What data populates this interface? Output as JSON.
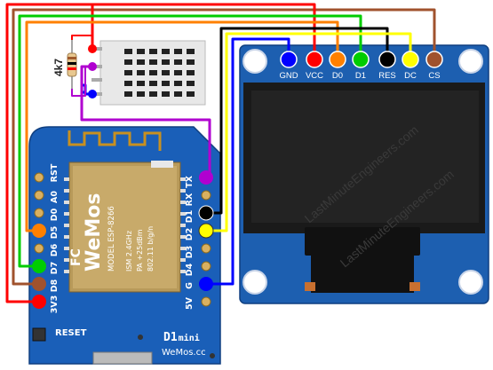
{
  "sensor": {
    "resistor_label": "4k7"
  },
  "oled": {
    "pins": [
      {
        "label": "GND",
        "color": "#0000ff"
      },
      {
        "label": "VCC",
        "color": "#ff0000"
      },
      {
        "label": "D0",
        "color": "#ff8000"
      },
      {
        "label": "D1",
        "color": "#00cc00"
      },
      {
        "label": "RES",
        "color": "#000000"
      },
      {
        "label": "DC",
        "color": "#ffff00"
      },
      {
        "label": "CS",
        "color": "#a0522d"
      }
    ],
    "watermark": "LastMinuteEngineers.com"
  },
  "board": {
    "left_pins": [
      "RST",
      "A0",
      "D0",
      "D5",
      "D6",
      "D7",
      "D8",
      "3V3"
    ],
    "right_pins": [
      "TX",
      "RX",
      "D1",
      "D2",
      "D3",
      "D4",
      "G",
      "5V"
    ],
    "chip_brand": "WeMos",
    "chip_model": "MODEL ESP-8266",
    "chip_spec_1": "ISM 2.4GHz",
    "chip_spec_2": "PA +25dBm",
    "chip_spec_3": "802.11 b/g/n",
    "reset_label": "RESET",
    "name_label": "D1",
    "name_small": "mini",
    "brand_footer": "WeMos.cc"
  },
  "colors": {
    "pcb_blue": "#1a5fb8",
    "oled_blue": "#1d5fb0",
    "wire_red": "#ff0000",
    "wire_green": "#00cc00",
    "wire_orange": "#ff8000",
    "wire_brown": "#a0522d",
    "wire_black": "#000000",
    "wire_yellow": "#ffff00",
    "wire_blue": "#0000ff",
    "wire_purple": "#b000d0"
  }
}
